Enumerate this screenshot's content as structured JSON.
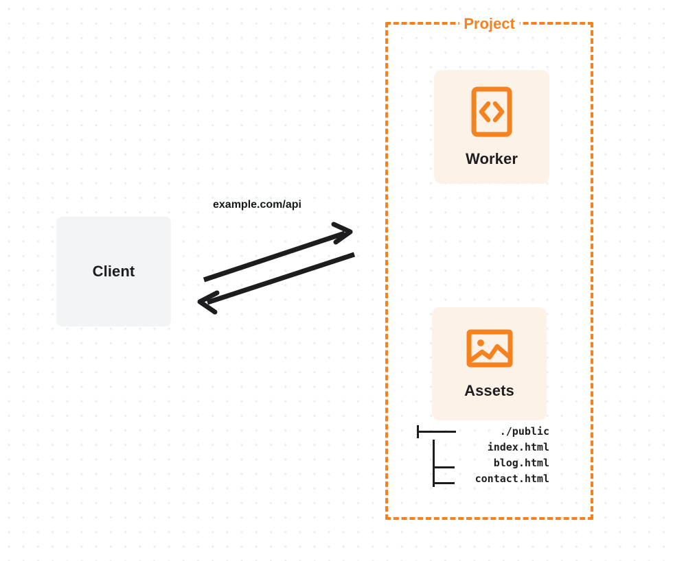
{
  "diagram": {
    "title": "Project",
    "background": {
      "style": "dot-grid",
      "dot_color": "#ececed",
      "page_color": "#ffffff"
    },
    "accent_color": "#f6821f",
    "card_fill": "#fdf2e7",
    "client_fill": "#f3f4f6",
    "text_color": "#1d1d1f"
  },
  "client": {
    "label": "Client"
  },
  "edge": {
    "label": "example.com/api",
    "direction": "bidirectional",
    "color": "#1d1d1f"
  },
  "project": {
    "label": "Project",
    "cards": [
      {
        "label": "Worker",
        "icon": "code-brackets-icon"
      },
      {
        "label": "Assets",
        "icon": "image-icon"
      }
    ]
  },
  "file_tree": {
    "rows": [
      {
        "connector": "root-branch",
        "name": "./public"
      },
      {
        "connector": "child-branch",
        "name": "index.html"
      },
      {
        "connector": "child-branch",
        "name": "blog.html"
      },
      {
        "connector": "child-branch-last",
        "name": "contact.html"
      }
    ]
  }
}
